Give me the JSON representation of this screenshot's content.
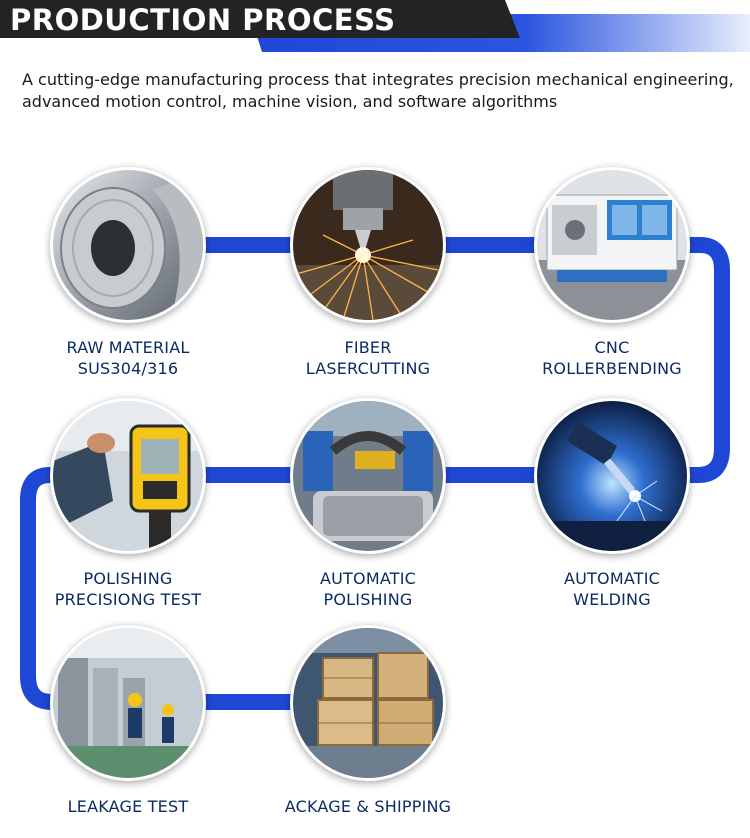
{
  "header": {
    "title": "PRODUCTION PROCESS",
    "colors": {
      "dark": "#232323",
      "blue": "#1f47d6",
      "light": "#e4ecfb"
    }
  },
  "intro": {
    "text": "A cutting-edge manufacturing process that integrates precision mechanical engineering, advanced motion control, machine vision, and software algorithms"
  },
  "pipe_color": "#1f47d6",
  "steps": [
    {
      "line1": "RAW MATERIAL",
      "line2": "SUS304/316",
      "icon": "steel-coil-photo"
    },
    {
      "line1": "FIBER",
      "line2": "LASERCUTTING",
      "icon": "laser-sparks-photo"
    },
    {
      "line1": "CNC",
      "line2": "ROLLERBENDING",
      "icon": "cnc-machine-photo"
    },
    {
      "line1": "POLISHING",
      "line2": "PRECISIONG TEST",
      "icon": "handheld-tester-photo"
    },
    {
      "line1": "AUTOMATIC",
      "line2": "POLISHING",
      "icon": "polishing-machine-photo"
    },
    {
      "line1": "AUTOMATIC",
      "line2": "WELDING",
      "icon": "welding-robot-photo"
    },
    {
      "line1": "LEAKAGE TEST",
      "line2": "",
      "icon": "factory-workers-photo"
    },
    {
      "line1": "ACKAGE & SHIPPING",
      "line2": "",
      "icon": "wooden-crates-photo"
    }
  ]
}
